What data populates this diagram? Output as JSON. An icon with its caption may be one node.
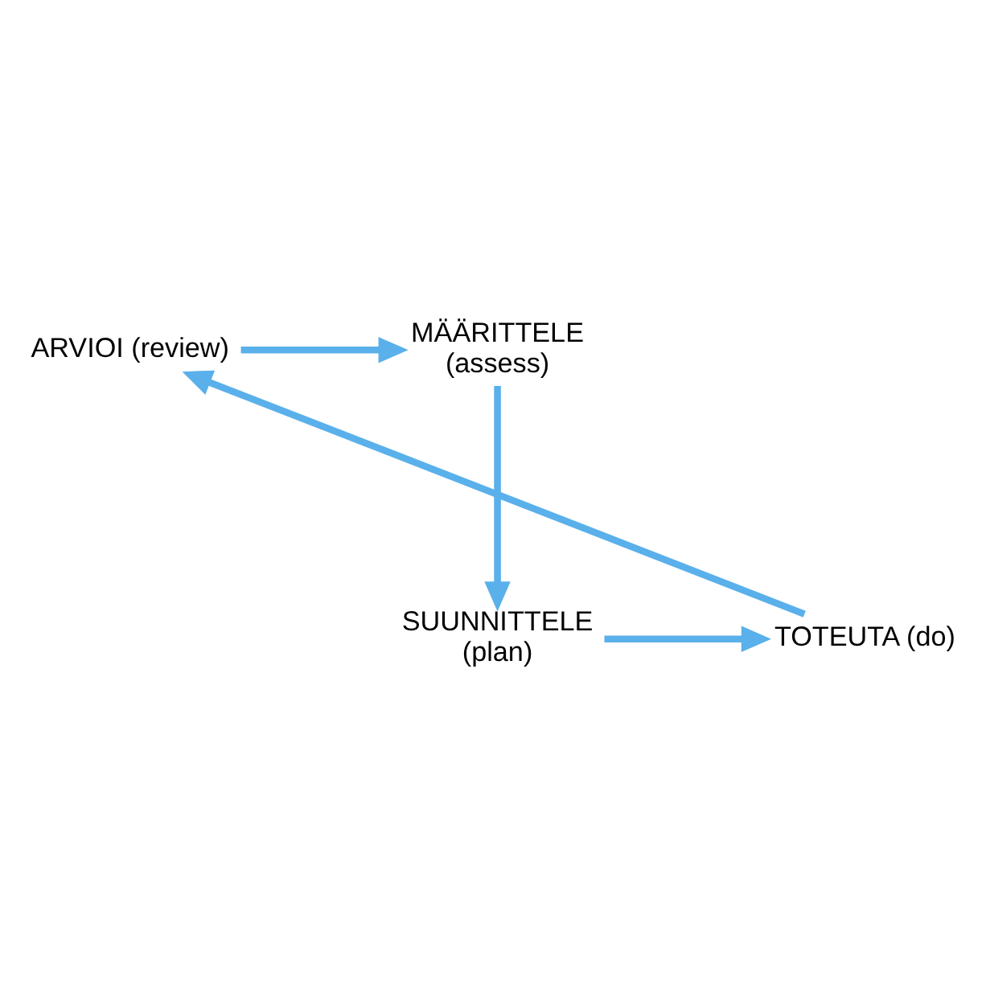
{
  "diagram": {
    "nodes": [
      {
        "text": [
          "ARVIOI (review)"
        ]
      },
      {
        "text": [
          "MÄÄRITTELE (assess)"
        ]
      },
      {
        "text": [
          "TOTEUTA (do)"
        ]
      },
      {
        "text": [
          "SUUNNITTELE (plan)"
        ]
      }
    ],
    "edges": [
      {
        "from": 0,
        "to": 1,
        "arrow": "to"
      },
      {
        "from": 1,
        "to": 3,
        "arrow": "to"
      },
      {
        "from": 3,
        "to": 2,
        "arrow": "to"
      },
      {
        "from": 2,
        "to": 0,
        "arrow": "to"
      }
    ]
  }
}
